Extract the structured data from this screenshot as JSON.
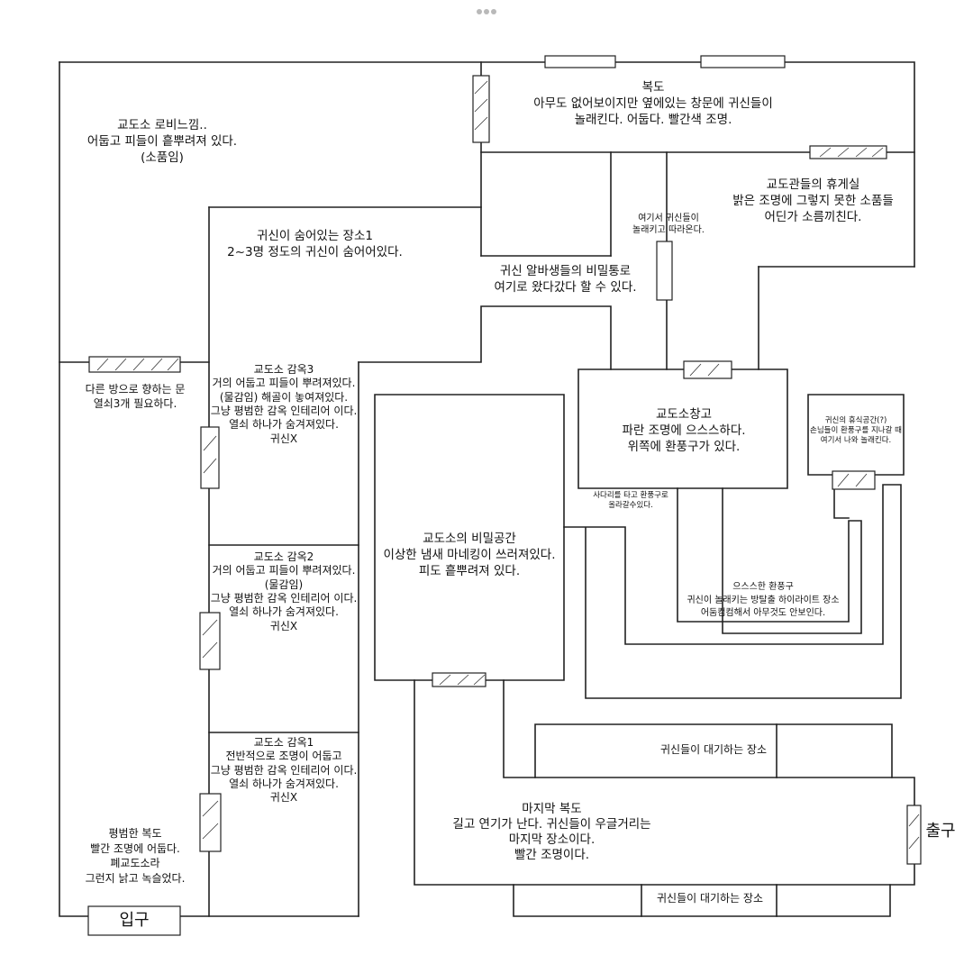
{
  "ui": {
    "menu_icon": "more-horizontal-icon"
  },
  "rooms": {
    "lobby": {
      "lines": [
        "교도소 로비느낌..",
        "어둡고 피들이 흩뿌려져 있다.",
        "(소품임)"
      ]
    },
    "corridor_top": {
      "lines": [
        "복도",
        "아무도 없어보이지만 옆에있는 창문에 귀신들이",
        "놀래킨다. 어둡다. 빨간색 조명."
      ]
    },
    "guard_lounge": {
      "lines": [
        "교도관들의 휴게실",
        "밝은 조명에 그렇지 못한 소품들",
        "어딘가 소름끼친다."
      ]
    },
    "hide_spot_1": {
      "lines": [
        "귀신이 숨어있는 장소1",
        "2~3명 정도의 귀신이 숨어어있다."
      ]
    },
    "ghost_note": {
      "lines": [
        "여기서 귀신들이",
        "놀래키고 따라온다."
      ]
    },
    "secret_passage": {
      "lines": [
        "귀신 알바생들의 비밀통로",
        "여기로 왔다갔다 할 수 있다."
      ]
    },
    "door_note": {
      "lines": [
        "다른 방으로 향하는 문",
        "열쇠3개 필요하다."
      ]
    },
    "cell3": {
      "lines": [
        "교도소 감옥3",
        "거의 어둡고 피들이 뿌려져있다.",
        "(물감임) 해골이 놓여져있다.",
        "그냥 평범한 감옥 인테리어 이다.",
        "열쇠 하나가 숨겨져있다.",
        "귀신X"
      ]
    },
    "cell2": {
      "lines": [
        "교도소 감옥2",
        "거의 어둡고 피들이 뿌려져있다.",
        "(물감임)",
        "그냥 평범한 감옥 인테리어 이다.",
        "열쇠 하나가 숨겨져있다.",
        "귀신X"
      ]
    },
    "cell1": {
      "lines": [
        "교도소 감옥1",
        "전반적으로 조명이 어둡고",
        "그냥 평범한 감옥 인테리어 이다.",
        "열쇠 하나가 숨겨져있다.",
        "귀신X"
      ]
    },
    "plain_corridor": {
      "lines": [
        "평범한 복도",
        "빨간 조명에 어둡다.",
        "폐교도소라",
        "그런지 낡고 녹슬었다."
      ]
    },
    "secret_space": {
      "lines": [
        "교도소의 비밀공간",
        "이상한 냄새 마네킹이 쓰러져있다.",
        "피도 흩뿌려져 있다."
      ]
    },
    "warehouse": {
      "lines": [
        "교도소창고",
        "파란 조명에 으스스하다.",
        "위쪽에 환풍구가 있다."
      ]
    },
    "ladder_note": {
      "lines": [
        "사다리를 타고 환풍구로",
        "올라갈수있다."
      ]
    },
    "rest_space": {
      "lines": [
        "귀신의 휴식공간(?)",
        "손님들이 환풍구를 지나갈 때",
        "여기서 나와 놀래킨다."
      ]
    },
    "vent": {
      "lines": [
        "으스스한 환풍구",
        "귀신이 놀래키는 방탈출 하이라이트 장소",
        "어둠컴컴해서 아무것도 안보인다."
      ]
    },
    "waiting_top": {
      "lines": [
        "귀신들이 대기하는  장소"
      ]
    },
    "final_corridor": {
      "lines": [
        "마지막 복도",
        "길고 연기가 난다. 귀신들이 우글거리는",
        "마지막 장소이다.",
        "빨간 조명이다."
      ]
    },
    "waiting_bottom": {
      "lines": [
        "귀신들이 대기하는  장소"
      ]
    },
    "exit": {
      "label": "출구"
    },
    "entrance": {
      "label": "입구"
    }
  }
}
